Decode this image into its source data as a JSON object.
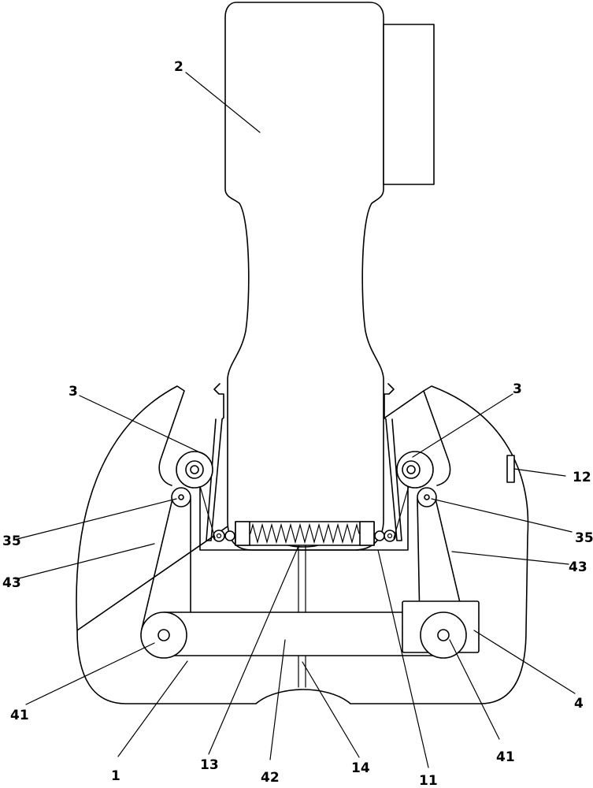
{
  "labels": {
    "l_2": "2",
    "l_3_left": "3",
    "l_3_right": "3",
    "l_12": "12",
    "l_35_left": "35",
    "l_35_right": "35",
    "l_43_left": "43",
    "l_43_right": "43",
    "l_4": "4",
    "l_41_left": "41",
    "l_41_right": "41",
    "l_1": "1",
    "l_13": "13",
    "l_42": "42",
    "l_14": "14",
    "l_11": "11"
  }
}
